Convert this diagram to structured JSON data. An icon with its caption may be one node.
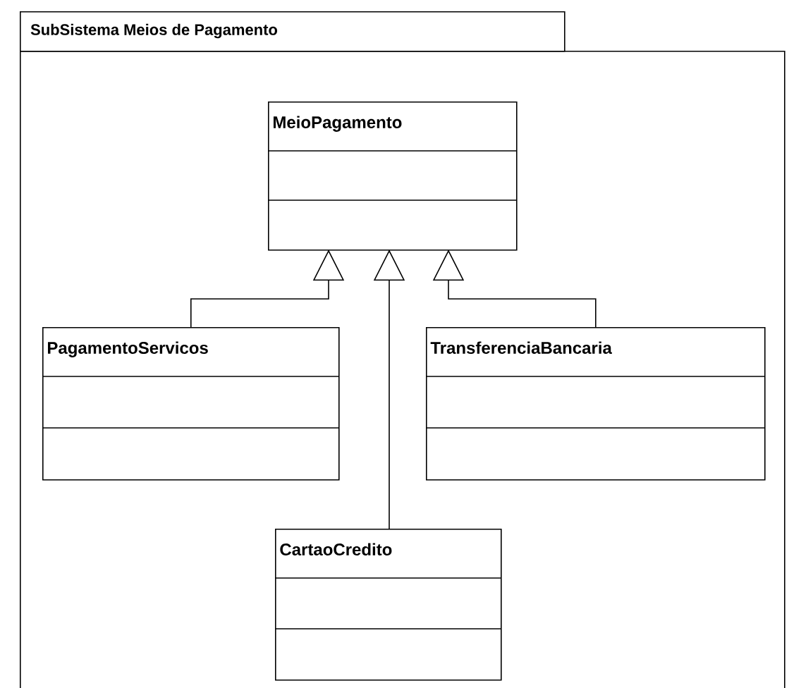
{
  "diagram": {
    "nodes": [
      {
        "text": [
          "SubSistema Meios de Pagamento"
        ]
      },
      {
        "text": [
          "MeioPagamento"
        ],
        "in": 0
      },
      {
        "text": [
          "PagamentoServicos"
        ],
        "in": 0
      },
      {
        "text": [
          "TransferenciaBancaria"
        ],
        "in": 0
      },
      {
        "text": [
          "CartaoCredito"
        ],
        "in": 0
      }
    ],
    "edges": [
      {
        "from": 2,
        "to": 1,
        "arrow": "to"
      },
      {
        "from": 4,
        "to": 1,
        "arrow": "to"
      },
      {
        "from": 3,
        "to": 1,
        "arrow": "to"
      }
    ]
  }
}
